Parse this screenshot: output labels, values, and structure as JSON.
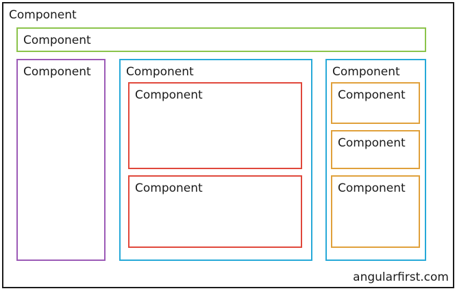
{
  "root": {
    "label": "Component",
    "border_color": "#1a1a1a"
  },
  "header": {
    "label": "Component",
    "border_color": "#8bc34a"
  },
  "left_panel": {
    "label": "Component",
    "border_color": "#9b59b6"
  },
  "center_panel": {
    "label": "Component",
    "border_color": "#26a9d8",
    "children": [
      {
        "label": "Component",
        "border_color": "#e0473a"
      },
      {
        "label": "Component",
        "border_color": "#e0473a"
      }
    ]
  },
  "right_panel": {
    "label": "Component",
    "border_color": "#26a9d8",
    "children": [
      {
        "label": "Component",
        "border_color": "#e0a03a"
      },
      {
        "label": "Component",
        "border_color": "#e0a03a"
      },
      {
        "label": "Component",
        "border_color": "#e0a03a"
      }
    ]
  },
  "credit": "angularfirst.com"
}
